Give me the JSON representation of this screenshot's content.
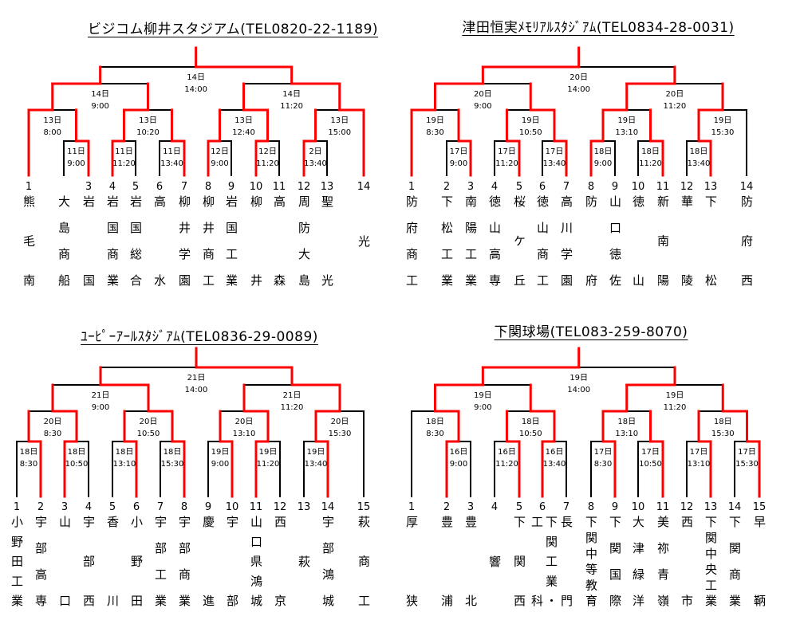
{
  "colors": {
    "winner_line": "#ff0000",
    "line": "#000000"
  },
  "brackets": [
    {
      "title": "ビジコム柳井スタジアム(TEL0820-22-1189)",
      "teams": [
        {
          "no": "1",
          "name": "熊毛南"
        },
        {
          "no": "",
          "name": "大島商船"
        },
        {
          "no": "3",
          "name": "岩国"
        },
        {
          "no": "4",
          "name": "岩国商業"
        },
        {
          "no": "5",
          "name": "岩国総合"
        },
        {
          "no": "6",
          "name": "高水"
        },
        {
          "no": "7",
          "name": "柳井学園"
        },
        {
          "no": "8",
          "name": "柳井商工"
        },
        {
          "no": "9",
          "name": "岩国工業"
        },
        {
          "no": "10",
          "name": "柳井"
        },
        {
          "no": "11",
          "name": "高森"
        },
        {
          "no": "12",
          "name": "周防大島"
        },
        {
          "no": "13",
          "name": "聖光"
        },
        {
          "no": "14",
          "name": "光"
        }
      ],
      "tree": {
        "d": "14日",
        "t": "14:00",
        "w": 1,
        "c": [
          {
            "d": "14日",
            "t": "9:00",
            "w": 0,
            "c": [
              {
                "d": "13日",
                "t": "8:00",
                "w": 0,
                "c": [
                  1,
                  {
                    "d": "11日",
                    "t": "9:00",
                    "w": 1,
                    "c": [
                      2,
                      3
                    ]
                  }
                ]
              },
              {
                "d": "13日",
                "t": "10:20",
                "w": 0,
                "c": [
                  {
                    "d": "11日",
                    "t": "11:20",
                    "w": 0,
                    "c": [
                      4,
                      5
                    ]
                  },
                  {
                    "d": "11日",
                    "t": "13:40",
                    "w": 1,
                    "c": [
                      6,
                      7
                    ]
                  }
                ]
              }
            ]
          },
          {
            "d": "14日",
            "t": "11:20",
            "w": 1,
            "c": [
              {
                "d": "13日",
                "t": "12:40",
                "w": 1,
                "c": [
                  {
                    "d": "12日",
                    "t": "9:00",
                    "w": 0,
                    "c": [
                      8,
                      9
                    ]
                  },
                  {
                    "d": "12日",
                    "t": "11:20",
                    "w": 0,
                    "c": [
                      10,
                      11
                    ]
                  }
                ]
              },
              {
                "d": "13日",
                "t": "15:00",
                "w": 1,
                "c": [
                  {
                    "d": "2日",
                    "t": "13:40",
                    "w": 0,
                    "c": [
                      12,
                      13
                    ]
                  },
                  14
                ]
              }
            ]
          }
        ]
      }
    },
    {
      "title": "津田恒実ﾒﾓﾘｱﾙｽﾀｼﾞｱﾑ(TEL0834-28-0031)",
      "teams": [
        {
          "no": "1",
          "name": "防府商工"
        },
        {
          "no": "2",
          "name": "下松工業"
        },
        {
          "no": "3",
          "name": "南陽工業"
        },
        {
          "no": "4",
          "name": "徳山高専"
        },
        {
          "no": "5",
          "name": "桜ケ丘"
        },
        {
          "no": "6",
          "name": "徳山商工"
        },
        {
          "no": "7",
          "name": "高川学園"
        },
        {
          "no": "8",
          "name": "防府"
        },
        {
          "no": "9",
          "name": "山口徳佐"
        },
        {
          "no": "10",
          "name": "徳山"
        },
        {
          "no": "11",
          "name": "新南陽"
        },
        {
          "no": "12",
          "name": "華陵"
        },
        {
          "no": "13",
          "name": "下松"
        },
        {
          "no": "14",
          "name": "防府西"
        }
      ],
      "tree": {
        "d": "20日",
        "t": "14:00",
        "w": 0,
        "c": [
          {
            "d": "20日",
            "t": "9:00",
            "w": 0,
            "c": [
              {
                "d": "19日",
                "t": "8:30",
                "w": 0,
                "c": [
                  1,
                  {
                    "d": "17日",
                    "t": "9:00",
                    "w": 1,
                    "c": [
                      2,
                      3
                    ]
                  }
                ]
              },
              {
                "d": "19日",
                "t": "10:50",
                "w": 1,
                "c": [
                  {
                    "d": "17日",
                    "t": "11:20",
                    "w": 1,
                    "c": [
                      4,
                      5
                    ]
                  },
                  {
                    "d": "17日",
                    "t": "13:40",
                    "w": 1,
                    "c": [
                      6,
                      7
                    ]
                  }
                ]
              }
            ]
          },
          {
            "d": "20日",
            "t": "11:20",
            "w": 0,
            "c": [
              {
                "d": "19日",
                "t": "13:10",
                "w": 0,
                "c": [
                  {
                    "d": "18日",
                    "t": "9:00",
                    "w": 0,
                    "c": [
                      8,
                      9
                    ]
                  },
                  {
                    "d": "18日",
                    "t": "11:20",
                    "w": 1,
                    "c": [
                      10,
                      11
                    ]
                  }
                ]
              },
              {
                "d": "19日",
                "t": "15:30",
                "w": 0,
                "c": [
                  {
                    "d": "18日",
                    "t": "13:40",
                    "w": 1,
                    "c": [
                      12,
                      13
                    ]
                  },
                  14
                ]
              }
            ]
          }
        ]
      }
    },
    {
      "title": "ﾕｰﾋﾟｰｱｰﾙｽﾀｼﾞｱﾑ(TEL0836-29-0089)",
      "teams": [
        {
          "no": "1",
          "name": "小野田工業"
        },
        {
          "no": "2",
          "name": "宇部高専"
        },
        {
          "no": "3",
          "name": "山口"
        },
        {
          "no": "4",
          "name": "宇部西"
        },
        {
          "no": "5",
          "name": "香川"
        },
        {
          "no": "6",
          "name": "小野田"
        },
        {
          "no": "7",
          "name": "宇部工業"
        },
        {
          "no": "8",
          "name": "宇部商業"
        },
        {
          "no": "9",
          "name": "慶進"
        },
        {
          "no": "10",
          "name": "宇部"
        },
        {
          "no": "11",
          "name": "山口県鴻城"
        },
        {
          "no": "12",
          "name": "西京"
        },
        {
          "no": "13",
          "name": "萩"
        },
        {
          "no": "14",
          "name": "宇部鴻城"
        },
        {
          "no": "15",
          "name": "萩商工"
        }
      ],
      "tree": {
        "d": "21日",
        "t": "14:00",
        "w": 1,
        "c": [
          {
            "d": "21日",
            "t": "9:00",
            "w": 1,
            "c": [
              {
                "d": "20日",
                "t": "8:30",
                "w": 1,
                "c": [
                  {
                    "d": "18日",
                    "t": "8:30",
                    "w": 1,
                    "c": [
                      1,
                      2
                    ]
                  },
                  {
                    "d": "18日",
                    "t": "10:50",
                    "w": 0,
                    "c": [
                      3,
                      4
                    ]
                  }
                ]
              },
              {
                "d": "20日",
                "t": "10:50",
                "w": 1,
                "c": [
                  {
                    "d": "18日",
                    "t": "13:10",
                    "w": 1,
                    "c": [
                      5,
                      6
                    ]
                  },
                  {
                    "d": "18日",
                    "t": "15:30",
                    "w": 1,
                    "c": [
                      7,
                      8
                    ]
                  }
                ]
              }
            ]
          },
          {
            "d": "21日",
            "t": "11:20",
            "w": 1,
            "c": [
              {
                "d": "20日",
                "t": "13:10",
                "w": 1,
                "c": [
                  {
                    "d": "19日",
                    "t": "9:00",
                    "w": 1,
                    "c": [
                      9,
                      10
                    ]
                  },
                  {
                    "d": "19日",
                    "t": "11:20",
                    "w": 0,
                    "c": [
                      11,
                      12
                    ]
                  }
                ]
              },
              {
                "d": "20日",
                "t": "15:30",
                "w": 0,
                "c": [
                  {
                    "d": "19日",
                    "t": "13:40",
                    "w": 1,
                    "c": [
                      13,
                      14
                    ]
                  },
                  15
                ]
              }
            ]
          }
        ]
      }
    },
    {
      "title": "下関球場(TEL083-259-8070)",
      "teams": [
        {
          "no": "1",
          "name": "厚狭"
        },
        {
          "no": "2",
          "name": "豊浦"
        },
        {
          "no": "3",
          "name": "豊北"
        },
        {
          "no": "4",
          "name": "響"
        },
        {
          "no": "5",
          "name": "下関西"
        },
        {
          "no": "6",
          "name": "工科",
          "extra": "下関工業・"
        },
        {
          "no": "7",
          "name": "長門"
        },
        {
          "no": "8",
          "name": "下関中等教育"
        },
        {
          "no": "9",
          "name": "下関国際"
        },
        {
          "no": "10",
          "name": "大津緑洋"
        },
        {
          "no": "11",
          "name": "美祢青嶺"
        },
        {
          "no": "12",
          "name": "西市"
        },
        {
          "no": "13",
          "name": "下関中央工業"
        },
        {
          "no": "14",
          "name": "下関商業"
        },
        {
          "no": "15",
          "name": "早鞆"
        }
      ],
      "tree": {
        "d": "19日",
        "t": "14:00",
        "w": 0,
        "c": [
          {
            "d": "19日",
            "t": "9:00",
            "w": 0,
            "c": [
              {
                "d": "18日",
                "t": "8:30",
                "w": 1,
                "c": [
                  1,
                  {
                    "d": "16日",
                    "t": "9:00",
                    "w": 0,
                    "c": [
                      2,
                      3
                    ]
                  }
                ]
              },
              {
                "d": "18日",
                "t": "10:50",
                "w": 1,
                "c": [
                  {
                    "d": "16日",
                    "t": "11:20",
                    "w": 1,
                    "c": [
                      4,
                      5
                    ]
                  },
                  {
                    "d": "16日",
                    "t": "13:40",
                    "w": 0,
                    "c": [
                      6,
                      7
                    ]
                  }
                ]
              }
            ]
          },
          {
            "d": "19日",
            "t": "11:20",
            "w": 0,
            "c": [
              {
                "d": "18日",
                "t": "13:10",
                "w": 0,
                "c": [
                  {
                    "d": "17日",
                    "t": "8:30",
                    "w": 1,
                    "c": [
                      8,
                      9
                    ]
                  },
                  {
                    "d": "17日",
                    "t": "10:50",
                    "w": 1,
                    "c": [
                      10,
                      11
                    ]
                  }
                ]
              },
              {
                "d": "18日",
                "t": "15:30",
                "w": 1,
                "c": [
                  {
                    "d": "17日",
                    "t": "13:10",
                    "w": 1,
                    "c": [
                      12,
                      13
                    ]
                  },
                  {
                    "d": "17日",
                    "t": "15:30",
                    "w": 1,
                    "c": [
                      14,
                      15
                    ]
                  }
                ]
              }
            ]
          }
        ]
      }
    }
  ]
}
